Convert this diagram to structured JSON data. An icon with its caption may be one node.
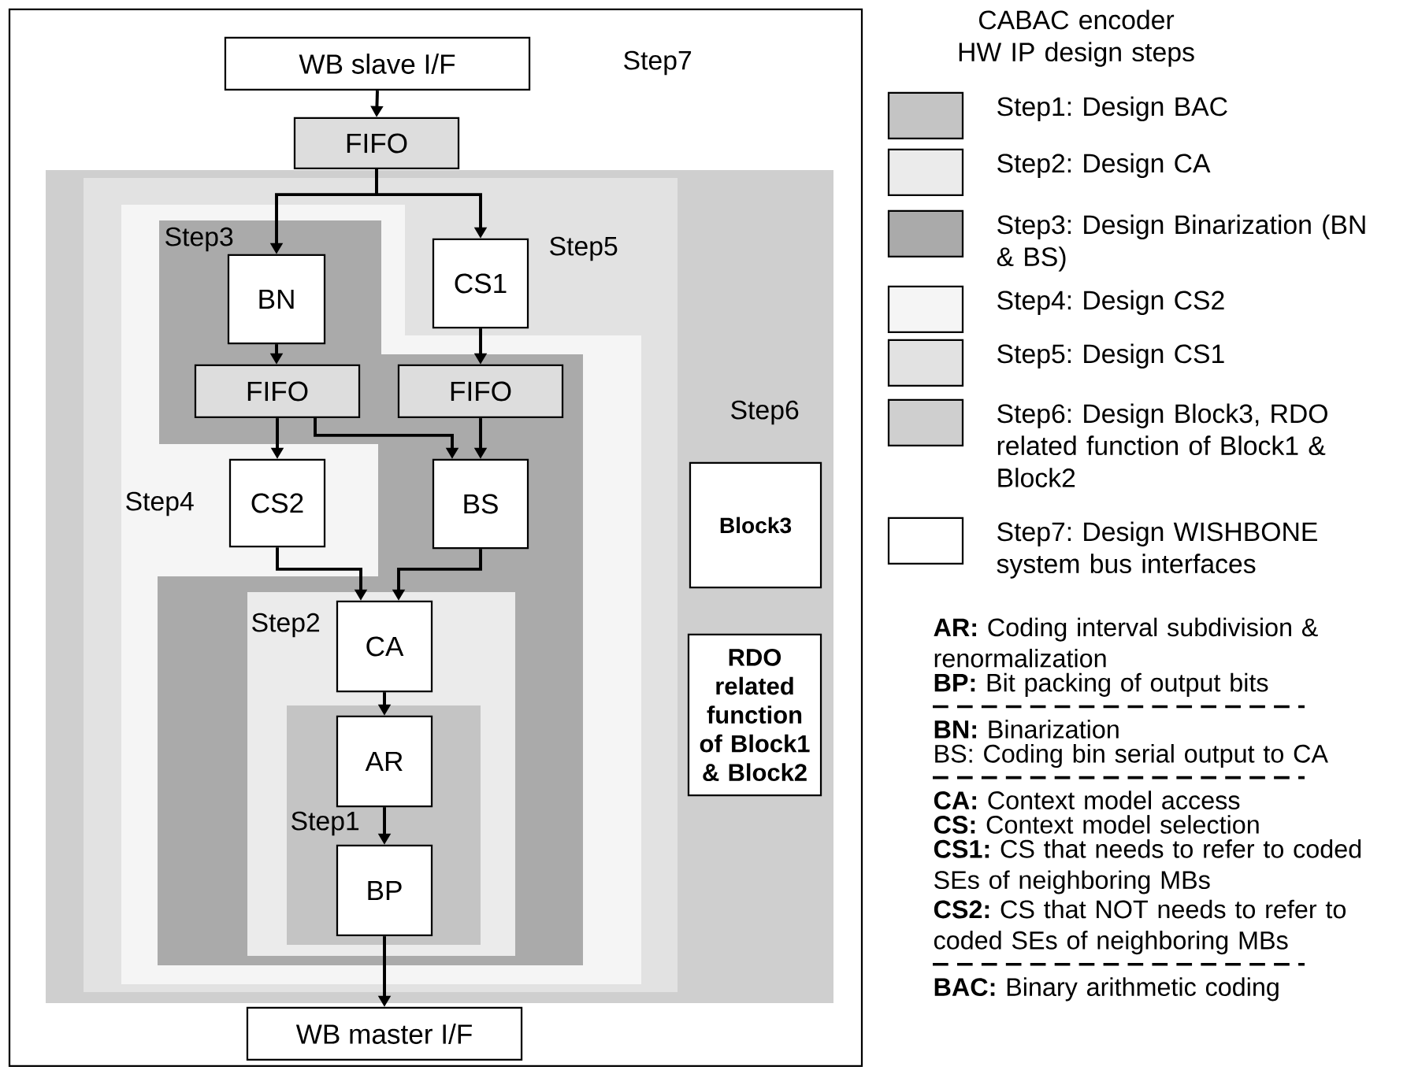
{
  "diagram": {
    "nodes": [
      {
        "text": [
          "WB slave I/F"
        ]
      },
      {
        "text": [
          "FIFO"
        ]
      },
      {
        "text": [
          "BN"
        ]
      },
      {
        "text": [
          "CS1"
        ]
      },
      {
        "text": [
          "FIFO"
        ]
      },
      {
        "text": [
          "FIFO"
        ]
      },
      {
        "text": [
          "CS2"
        ]
      },
      {
        "text": [
          "BS"
        ]
      },
      {
        "text": [
          "CA"
        ]
      },
      {
        "text": [
          "AR"
        ]
      },
      {
        "text": [
          "BP"
        ]
      },
      {
        "text": [
          "WB master I/F"
        ]
      },
      {
        "text": [
          "Block3"
        ]
      },
      {
        "text": [
          "RDO related function of Block1 & Block2"
        ]
      }
    ],
    "edges": [
      {
        "from": 0,
        "to": 1,
        "arrow": "to"
      },
      {
        "from": 1,
        "to": 2,
        "arrow": "to"
      },
      {
        "from": 1,
        "to": 3,
        "arrow": "to"
      },
      {
        "from": 2,
        "to": 4,
        "arrow": "to"
      },
      {
        "from": 3,
        "to": 5,
        "arrow": "to"
      },
      {
        "from": 4,
        "to": 6,
        "arrow": "to"
      },
      {
        "from": 4,
        "to": 7,
        "arrow": "to"
      },
      {
        "from": 5,
        "to": 7,
        "arrow": "to"
      },
      {
        "from": 6,
        "to": 8,
        "arrow": "to"
      },
      {
        "from": 7,
        "to": 8,
        "arrow": "to"
      },
      {
        "from": 8,
        "to": 9,
        "arrow": "to"
      },
      {
        "from": 9,
        "to": 10,
        "arrow": "to"
      },
      {
        "from": 10,
        "to": 11,
        "arrow": "to"
      }
    ],
    "labels": [
      "Step7",
      "Step3",
      "Step5",
      "Step6",
      "Step4",
      "Step2",
      "Step1",
      "CABAC encoder HW IP design steps",
      "**AR:** Coding interval subdivision & renormalization",
      "**BP:** Bit packing of output bits",
      "**BN:** Binarization",
      "BS: Coding bin serial output to CA",
      "**CA:** Context model access",
      "**CS:** Context model selection",
      "**CS1:** CS that needs to refer to coded SEs of neighboring MBs",
      "**CS2:** CS that NOT needs to refer to coded SEs of neighboring MBs",
      "**BAC:** Binary arithmetic coding"
    ],
    "legend": [
      {
        "text": "Step1: Design BAC",
        "color": "#c4c4c4"
      },
      {
        "text": "Step2: Design CA",
        "color": "#ebebeb"
      },
      {
        "text": "Step3: Design Binarization (BN & BS)",
        "color": "#aaaaaa"
      },
      {
        "text": "Step4: Design CS2",
        "color": "#f5f5f5"
      },
      {
        "text": "Step5: Design CS1",
        "color": "#e2e2e2"
      },
      {
        "text": "Step6: Design Block3, RDO related function of Block1 & Block2",
        "color": "#cfcfcf"
      },
      {
        "text": "Step7: Design WISHBONE system bus interfaces"
      }
    ]
  }
}
